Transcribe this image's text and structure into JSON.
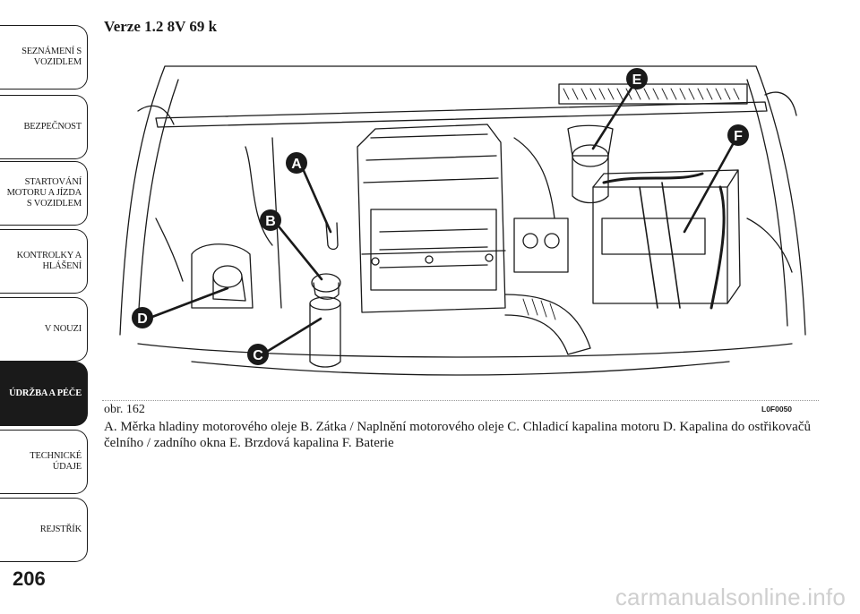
{
  "nav": {
    "tabs": [
      {
        "label": "SEZNÁMENÍ S\nVOZIDLEM",
        "active": false
      },
      {
        "label": "BEZPEČNOST",
        "active": false
      },
      {
        "label": "STARTOVÁNÍ\nMOTORU A JÍZDA\nS VOZIDLEM",
        "active": false
      },
      {
        "label": "KONTROLKY A\nHLÁŠENÍ",
        "active": false
      },
      {
        "label": "V NOUZI",
        "active": false
      },
      {
        "label": "ÚDRŽBA A PÉČE",
        "active": true
      },
      {
        "label": "TECHNICKÉ\nÚDAJE",
        "active": false
      },
      {
        "label": "REJSTŘÍK",
        "active": false
      }
    ]
  },
  "page": {
    "number": "206"
  },
  "section": {
    "heading": "Verze 1.2 8V 69 k"
  },
  "figure": {
    "number": "obr. 162",
    "code": "L0F0050",
    "callouts": [
      "A",
      "B",
      "C",
      "D",
      "E",
      "F"
    ]
  },
  "caption": "A. Měrka hladiny motorového oleje B. Zátka / Naplnění motorového oleje C. Chladicí kapalina motoru D. Kapalina do ostřikovačů čelního / zadního okna E. Brzdová kapalina F. Baterie",
  "watermark": "carmanualsonline.info",
  "colors": {
    "ink": "#1a1a1a",
    "active_tab": "#1a1a1a",
    "watermark": "#cfcfcf"
  }
}
